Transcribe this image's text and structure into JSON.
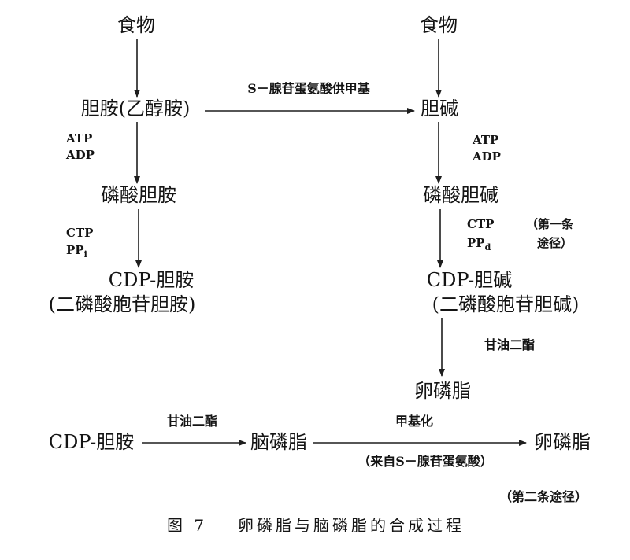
{
  "diagram": {
    "path1": {
      "food_left": "食物",
      "food_right": "食物",
      "ethanolamine": "胆胺(乙醇胺)",
      "methyl_donor": "S－腺苷蛋氨酸供甲基",
      "choline": "胆碱",
      "atp_left": "ATP",
      "adp_left": "ADP",
      "atp_right": "ATP",
      "adp_right": "ADP",
      "phospho_ethanolamine": "磷酸胆胺",
      "phospho_choline": "磷酸胆碱",
      "ctp_left": "CTP",
      "ppi_left": "PP",
      "ppi_left_sub": "i",
      "ctp_right": "CTP",
      "ppi_right": "PP",
      "ppi_right_sub": "d",
      "first_path_line1": "（第一条",
      "first_path_line2": "途径）",
      "cdp_ethanolamine": "CDP-胆胺",
      "cdp_ethanolamine_full": "(二磷酸胞苷胆胺)",
      "cdp_choline": "CDP-胆碱",
      "cdp_choline_full": "(二磷酸胞苷胆碱)",
      "diglyceride": "甘油二酯",
      "lecithin": "卵磷脂"
    },
    "path2": {
      "cdp_ethanolamine": "CDP-胆胺",
      "diglyceride": "甘油二酯",
      "cephalin": "脑磷脂",
      "methylation": "甲基化",
      "from_sam": "（来自S－腺苷蛋氨酸）",
      "lecithin": "卵磷脂",
      "second_path": "（第二条途径）"
    },
    "caption": {
      "figure_no": "图 7",
      "title": "卵磷脂与脑磷脂的合成过程"
    }
  }
}
